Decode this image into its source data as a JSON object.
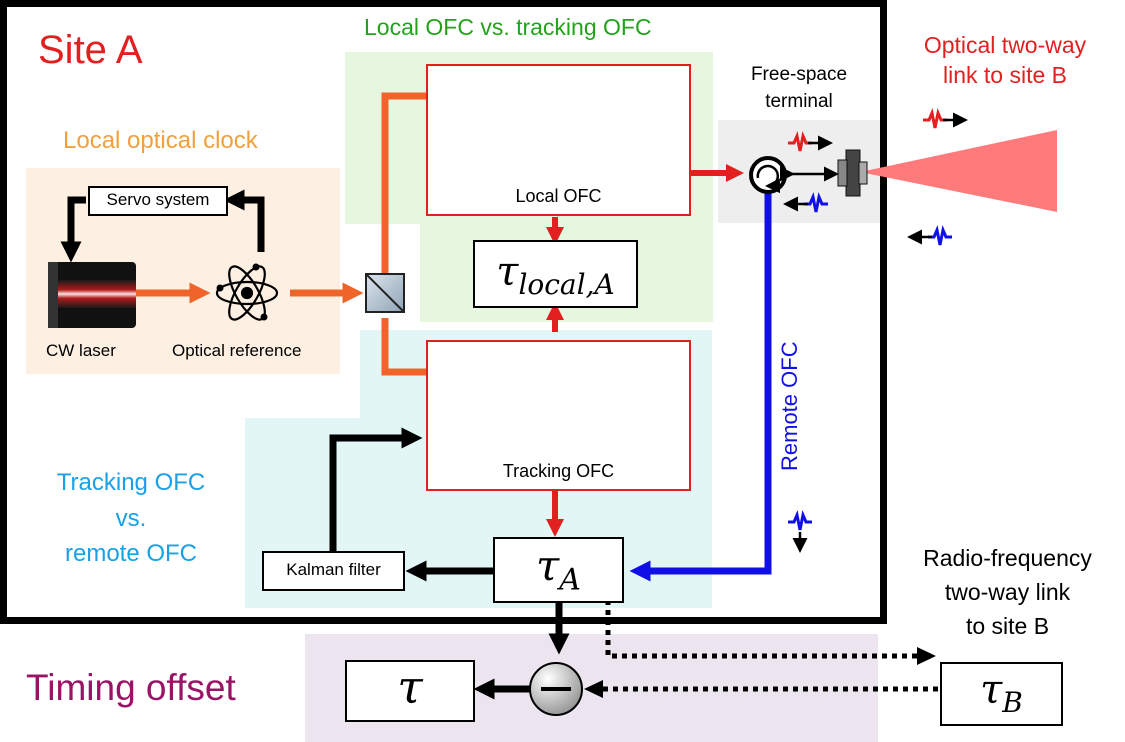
{
  "site_label": "Site A",
  "sections": {
    "local_vs_tracking": "Local OFC vs. tracking OFC",
    "local_optical_clock": "Local optical clock",
    "tracking_vs_remote": [
      "Tracking OFC",
      "vs.",
      "remote OFC"
    ],
    "timing_offset": "Timing offset"
  },
  "components": {
    "servo_system": "Servo system",
    "cw_laser": "CW laser",
    "optical_reference": "Optical reference",
    "local_ofc": "Local OFC",
    "tracking_ofc": "Tracking OFC",
    "kalman_filter": "Kalman filter",
    "free_space_terminal": [
      "Free-space",
      "terminal"
    ],
    "remote_ofc": "Remote OFC"
  },
  "math": {
    "tau_local_main": "τ",
    "tau_local_sub": "local,A",
    "tau_a_main": "τ",
    "tau_a_sub": "A",
    "tau": "τ",
    "tau_b_main": "τ",
    "tau_b_sub": "B"
  },
  "links": {
    "optical_two_way": [
      "Optical two-way",
      "link to site B"
    ],
    "radio_frequency": [
      "Radio-frequency",
      "two-way link",
      "to site B"
    ]
  },
  "colors": {
    "red": "#e32020",
    "green_text": "#22a41a",
    "orange_text": "#f2a03c",
    "cyan_text": "#1aa0e6",
    "purple_text": "#9a1466",
    "blue_line": "#1010e6",
    "orange_line": "#f0642a",
    "green_bg": "#e6f6df",
    "cyan_bg": "#e3f6f6",
    "peach_bg": "#fdf0e2",
    "purple_bg": "#ece4ef",
    "terminal_bg": "#eeeeee"
  },
  "icons": [
    "lock-icon",
    "atom-icon",
    "beam-splitter-icon",
    "circulator-icon",
    "telescope-icon",
    "pulse-icon",
    "subtractor-icon"
  ]
}
